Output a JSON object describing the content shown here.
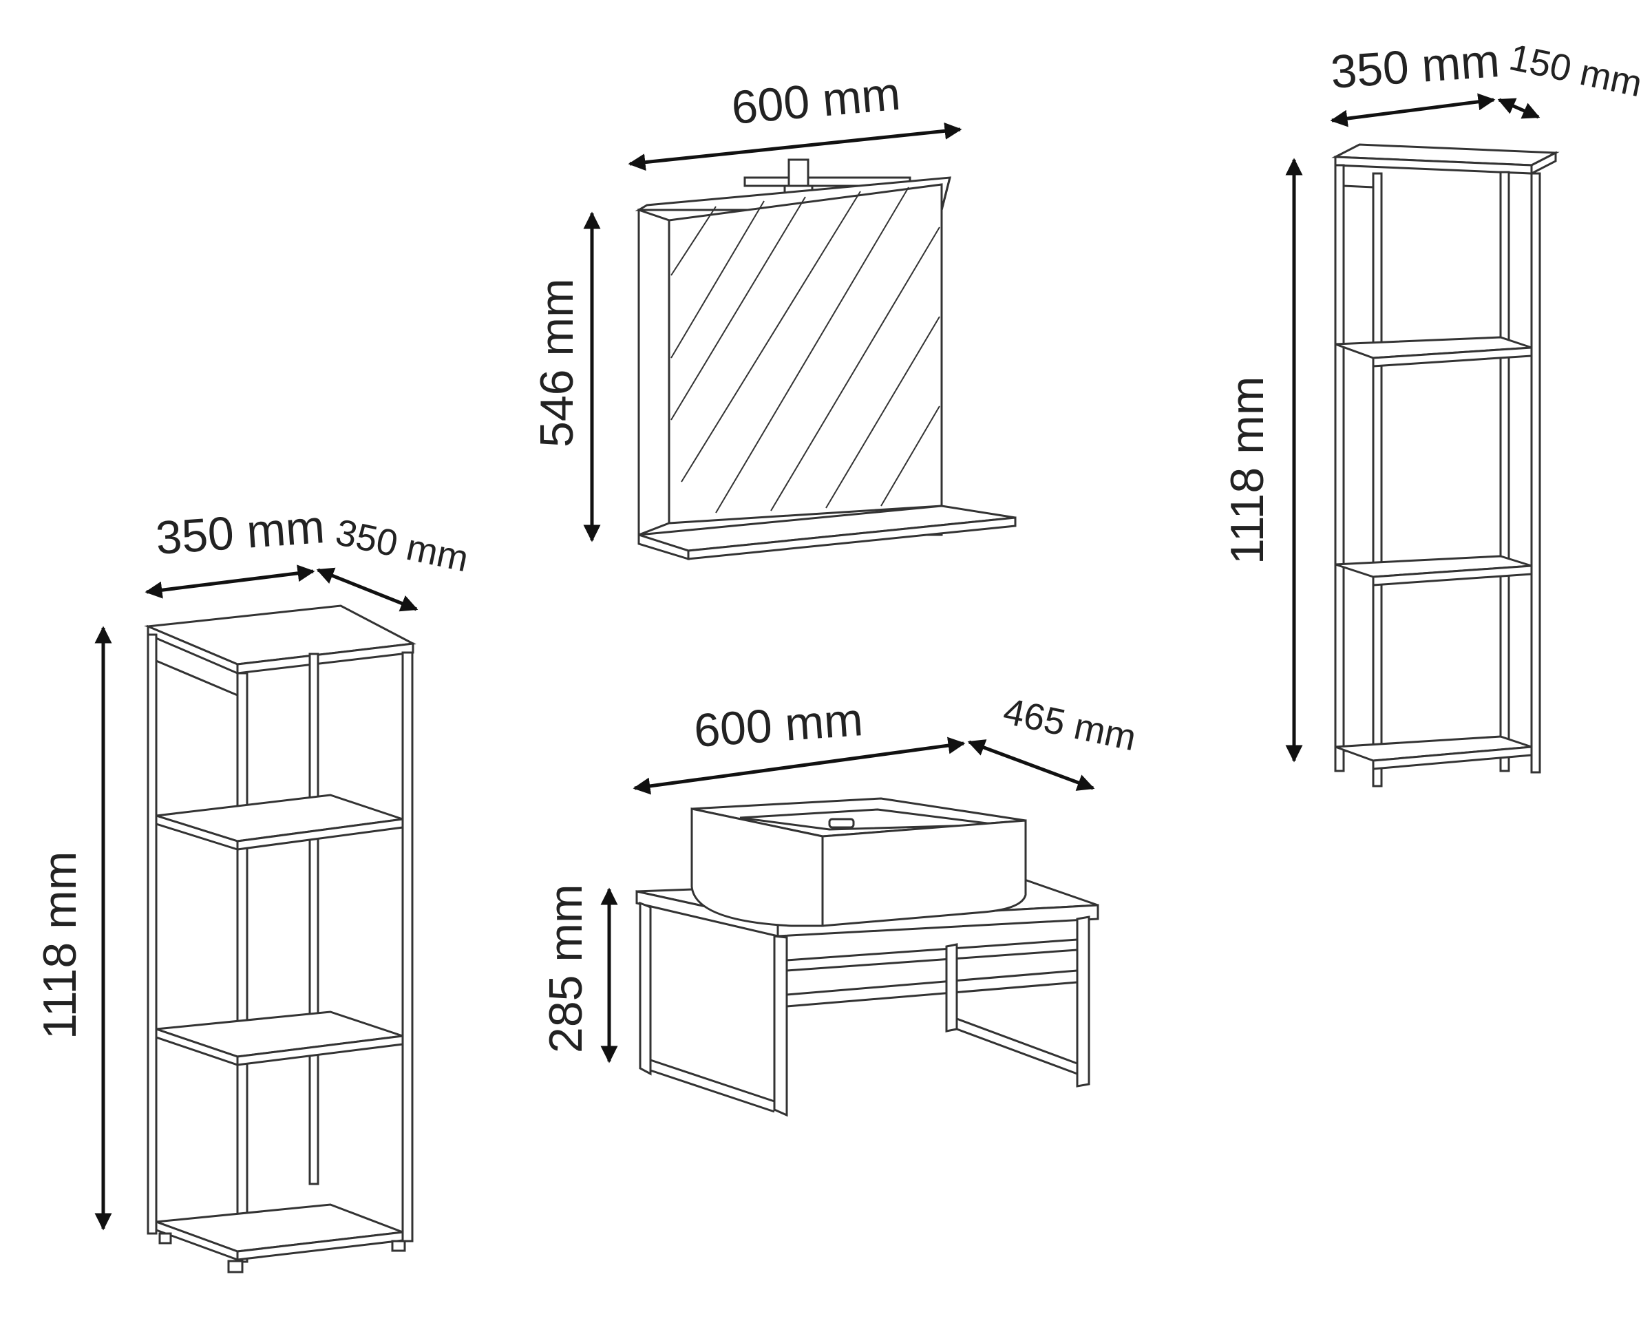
{
  "dimensions": {
    "mirror_width": "600 mm",
    "mirror_height": "546 mm",
    "wall_shelf_width": "350 mm",
    "wall_shelf_depth": "150 mm",
    "wall_shelf_height": "1118 mm",
    "floor_shelf_width": "350 mm",
    "floor_shelf_depth": "350 mm",
    "floor_shelf_height": "1118 mm",
    "vanity_width": "600 mm",
    "vanity_depth": "465 mm",
    "vanity_height": "285 mm"
  },
  "colors": {
    "line": "#333333",
    "arrow": "#111111",
    "background": "#ffffff"
  }
}
